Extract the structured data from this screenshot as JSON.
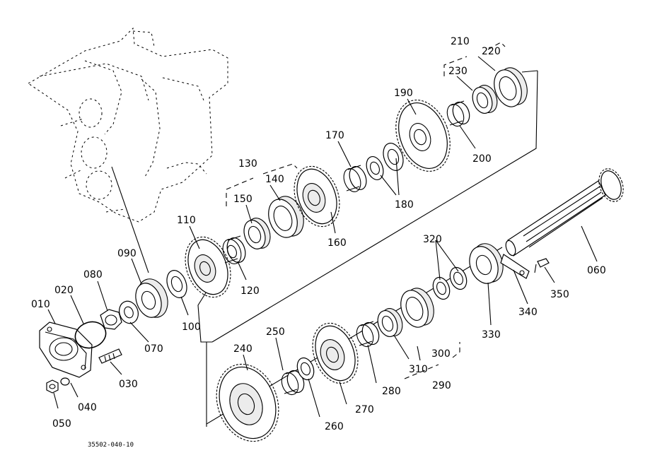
{
  "parts": [
    {
      "id": "p010",
      "label": "010"
    },
    {
      "id": "p020",
      "label": "020"
    },
    {
      "id": "p030",
      "label": "030"
    },
    {
      "id": "p040",
      "label": "040"
    },
    {
      "id": "p050",
      "label": "050"
    },
    {
      "id": "p060",
      "label": "060"
    },
    {
      "id": "p070",
      "label": "070"
    },
    {
      "id": "p080",
      "label": "080"
    },
    {
      "id": "p090",
      "label": "090"
    },
    {
      "id": "p100",
      "label": "100"
    },
    {
      "id": "p110",
      "label": "110"
    },
    {
      "id": "p120",
      "label": "120"
    },
    {
      "id": "p130",
      "label": "130"
    },
    {
      "id": "p140",
      "label": "140"
    },
    {
      "id": "p150",
      "label": "150"
    },
    {
      "id": "p160",
      "label": "160"
    },
    {
      "id": "p170",
      "label": "170"
    },
    {
      "id": "p180",
      "label": "180"
    },
    {
      "id": "p190",
      "label": "190"
    },
    {
      "id": "p200",
      "label": "200"
    },
    {
      "id": "p210",
      "label": "210"
    },
    {
      "id": "p220",
      "label": "220"
    },
    {
      "id": "p230",
      "label": "230"
    },
    {
      "id": "p240",
      "label": "240"
    },
    {
      "id": "p250",
      "label": "250"
    },
    {
      "id": "p260",
      "label": "260"
    },
    {
      "id": "p270",
      "label": "270"
    },
    {
      "id": "p280",
      "label": "280"
    },
    {
      "id": "p290",
      "label": "290"
    },
    {
      "id": "p300",
      "label": "300"
    },
    {
      "id": "p310",
      "label": "310"
    },
    {
      "id": "p320",
      "label": "320"
    },
    {
      "id": "p330",
      "label": "330"
    },
    {
      "id": "p340",
      "label": "340"
    },
    {
      "id": "p350",
      "label": "350"
    }
  ],
  "diagram_ref": "35502-040-10"
}
